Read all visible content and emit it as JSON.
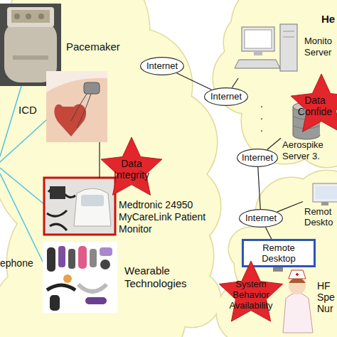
{
  "diagram": {
    "nodes": [
      {
        "text": [
          "Pacemaker"
        ]
      },
      {
        "text": [
          "ICD"
        ]
      },
      {
        "text": [
          "Medtronic 24950 MyCareLink Patient Monitor"
        ]
      },
      {
        "text": [
          "Data Integrity"
        ]
      },
      {
        "text": [
          "Wearable Technologies"
        ]
      },
      {
        "text": [
          "Internet"
        ]
      },
      {
        "text": [
          "Internet"
        ]
      },
      {
        "text": [
          "Monito Server"
        ]
      },
      {
        "text": [
          "Data Confide"
        ]
      },
      {
        "text": [
          "Aerospike Server 3."
        ]
      },
      {
        "text": [
          "Internet"
        ]
      },
      {
        "text": [
          "Remot Deskto"
        ]
      },
      {
        "text": [
          "Internet"
        ]
      },
      {
        "text": [
          "Remote Desktop"
        ]
      },
      {
        "text": [
          "System Behavior Availability"
        ]
      },
      {
        "text": [
          "HF Spe Nur"
        ]
      }
    ],
    "edges": [
      {
        "from": 1,
        "to": 2,
        "arrow": "none"
      },
      {
        "from": 5,
        "to": 6,
        "arrow": "none"
      },
      {
        "from": 6,
        "to": 7,
        "arrow": "none"
      },
      {
        "from": 9,
        "to": 10,
        "arrow": "none"
      },
      {
        "from": 10,
        "to": 12,
        "arrow": "none"
      },
      {
        "from": 12,
        "to": 13,
        "arrow": "none"
      },
      {
        "from": 12,
        "to": 11,
        "arrow": "none"
      }
    ],
    "labels": [
      "He",
      ".",
      ".",
      ".",
      "ephone"
    ]
  }
}
